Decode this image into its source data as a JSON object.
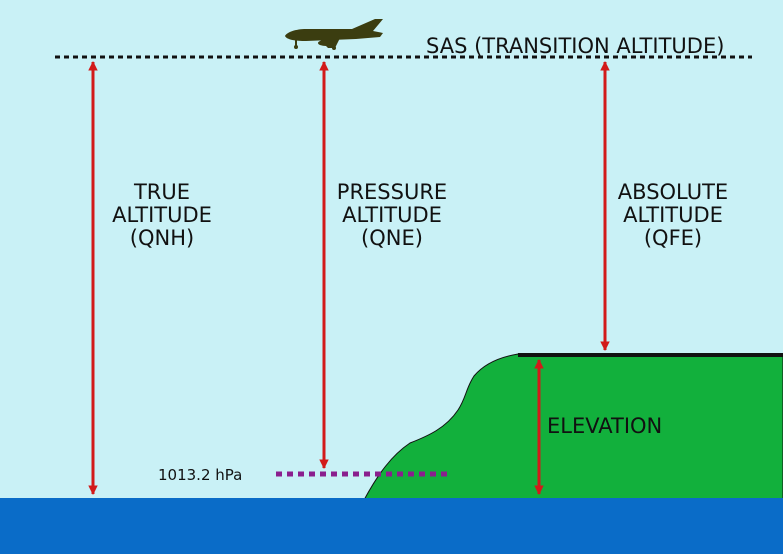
{
  "colors": {
    "sky": "#c9f1f6",
    "sea": "#0a6cc8",
    "land": "#12b03c",
    "arrow": "#d21a1a",
    "pressure_line": "#8a1f8e",
    "aircraft": "#3b3d10",
    "reference_line": "#111111"
  },
  "labels": {
    "transition": "SAS (TRANSITION ALTITUDE)",
    "true_altitude": [
      "TRUE",
      "ALTITUDE",
      "(QNH)"
    ],
    "pressure_altitude": [
      "PRESSURE",
      "ALTITUDE",
      "(QNE)"
    ],
    "absolute_altitude": [
      "ABSOLUTE",
      "ALTITUDE",
      "(QFE)"
    ],
    "elevation": "ELEVATION",
    "standard_pressure": "1013.2 hPa"
  },
  "icons": {
    "aircraft": "airliner-icon"
  }
}
